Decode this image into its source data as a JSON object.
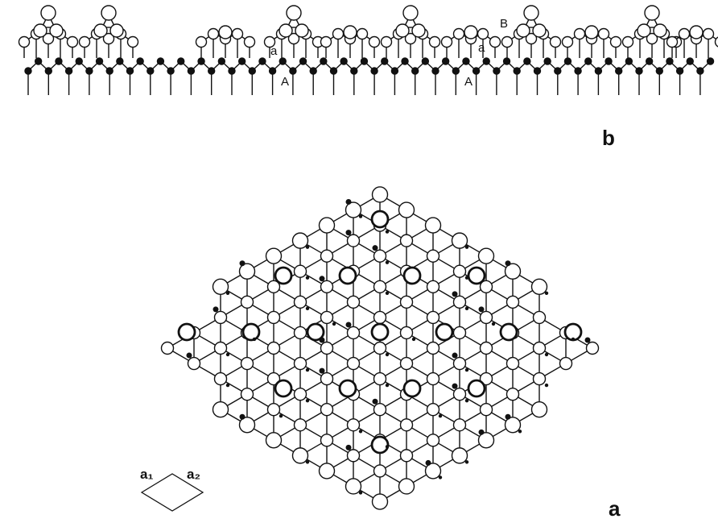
{
  "figure": {
    "panel_b": {
      "label": "b",
      "atom_labels": [
        "a",
        "A",
        "a",
        "A",
        "B"
      ]
    },
    "panel_a": {
      "label": "a",
      "unit_cell": {
        "vector_1": "a₁",
        "vector_2": "a₂"
      }
    },
    "colors": {
      "ink": "#111111",
      "background": "#ffffff"
    }
  }
}
